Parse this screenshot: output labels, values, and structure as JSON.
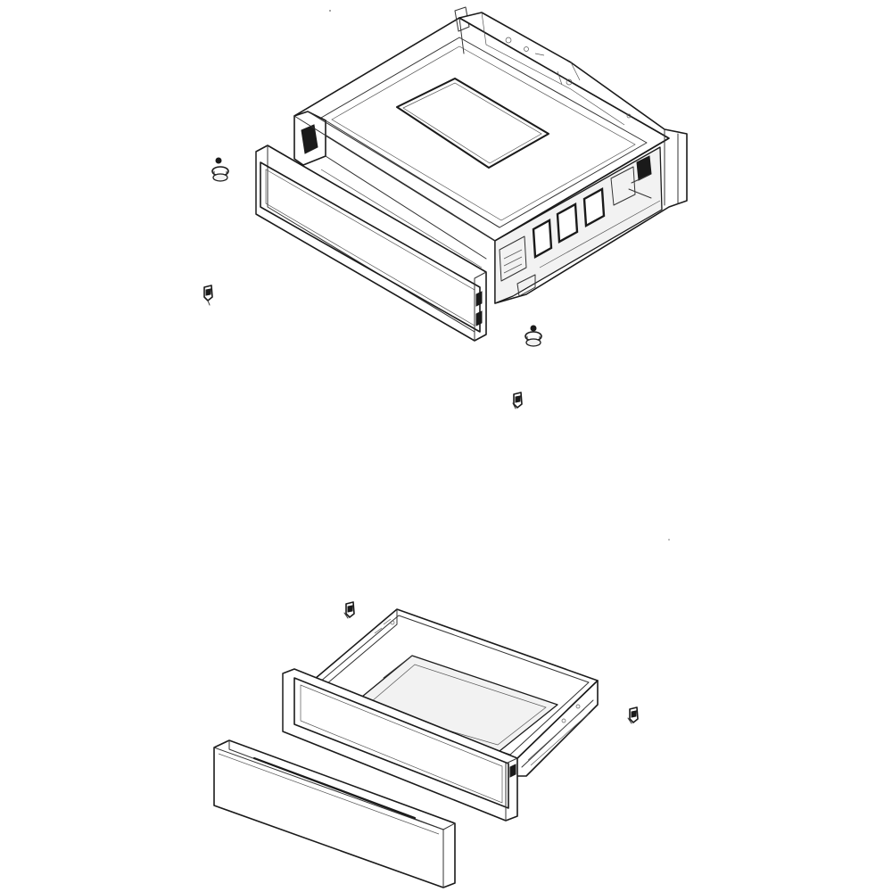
{
  "diagram": {
    "kind": "exploded parts diagram",
    "colors": {
      "line": "#1a1a1a",
      "background": "#ffffff",
      "shade": "#f2f2f2"
    },
    "parts": [
      {
        "id": "drawer-body",
        "label": ""
      },
      {
        "id": "drawer-front-frame",
        "label": ""
      },
      {
        "id": "leveling-leg-left",
        "label": ""
      },
      {
        "id": "leveling-leg-right",
        "label": ""
      },
      {
        "id": "bracket-clip-left",
        "label": ""
      },
      {
        "id": "bracket-clip-right",
        "label": ""
      },
      {
        "id": "warming-drawer-pan",
        "label": ""
      },
      {
        "id": "drawer-clip-left",
        "label": ""
      },
      {
        "id": "drawer-clip-right",
        "label": ""
      },
      {
        "id": "drawer-front-panel",
        "label": ""
      }
    ]
  }
}
